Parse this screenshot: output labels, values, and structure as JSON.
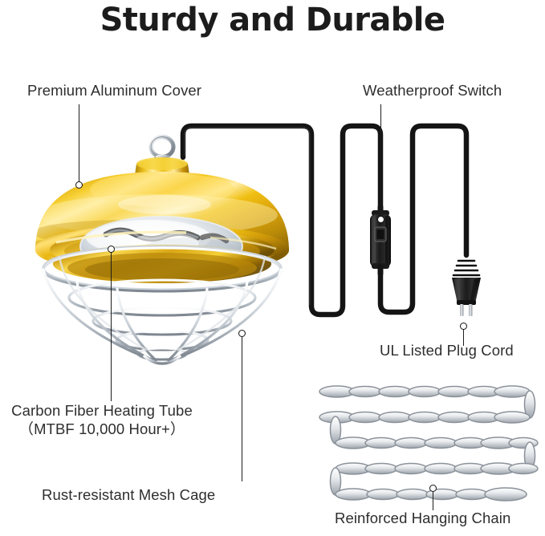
{
  "header": {
    "title": "Sturdy and Durable"
  },
  "callouts": [
    {
      "id": "premium-aluminum-cover",
      "label": "Premium Aluminum Cover"
    },
    {
      "id": "weatherproof-switch",
      "label": "Weatherproof Switch"
    },
    {
      "id": "ul-listed-plug-cord",
      "label": "UL Listed Plug Cord"
    },
    {
      "id": "carbon-fiber-heating-tube",
      "label_line1": "Carbon Fiber Heating Tube",
      "label_line2": "（MTBF 10,000 Hour+）"
    },
    {
      "id": "rust-resistant-mesh-cage",
      "label": "Rust-resistant Mesh Cage"
    },
    {
      "id": "reinforced-hanging-chain",
      "label": "Reinforced Hanging Chain"
    }
  ],
  "colors": {
    "title": "#1c1c1c",
    "label": "#2e2e2e",
    "leader": "#1d1d1d",
    "gold_light": "#ffe07a",
    "gold_mid": "#f2c21b",
    "gold_deep": "#c8930c",
    "gold_shadow": "#8a6405",
    "metal_light": "#f2f4f6",
    "metal_mid": "#c9ced4",
    "metal_dark": "#8b939c",
    "cord_black": "#151515",
    "background": "#ffffff"
  },
  "product": {
    "lamp_name": "gold-dome-heat-lamp",
    "cage_name": "wire-mesh-cage",
    "cord_name": "power-cord",
    "switch_name": "inline-rocker-switch",
    "plug_name": "two-prong-plug",
    "chain_name": "hanging-chain"
  }
}
